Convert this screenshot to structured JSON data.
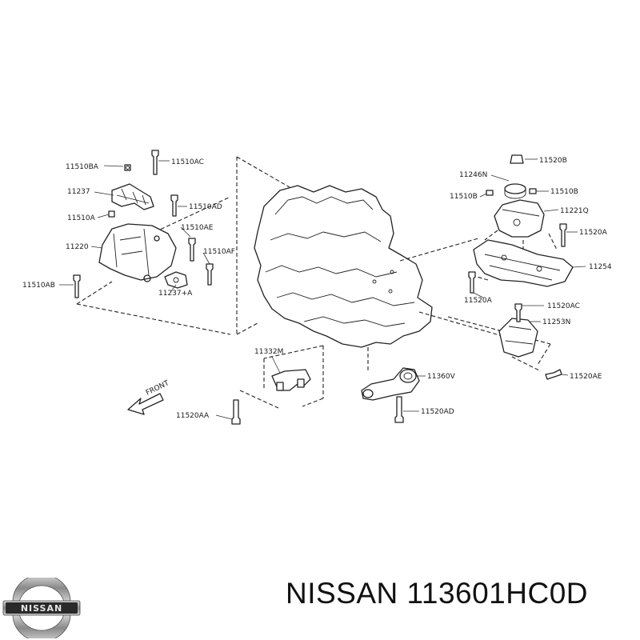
{
  "parts": {
    "p11510BA": "11510BA",
    "p11510AC_top": "11510AC",
    "p11237": "11237",
    "p11510AD": "11510AD",
    "p11510A": "11510A",
    "p11510AE": "11510AE",
    "p11220": "11220",
    "p11510AF": "11510AF",
    "p11510AB": "11510AB",
    "p11237A": "11237+A",
    "p11520B": "11520B",
    "p11246N": "11246N",
    "p11510B_left": "11510B",
    "p11510B_right": "11510B",
    "p11221Q": "11221Q",
    "p11520A_right": "11520A",
    "p11254": "11254",
    "p11520A_lower": "11520A",
    "p11520AC": "11520AC",
    "p11253N": "11253N",
    "p11520AE": "11520AE",
    "p11332M": "11332M",
    "p11360V": "11360V",
    "p11520AA": "11520AA",
    "p11520AD": "11520AD"
  },
  "front_label": "FRONT",
  "brand": {
    "logo_text": "NISSAN",
    "caption": "NISSAN 113601HC0D"
  }
}
